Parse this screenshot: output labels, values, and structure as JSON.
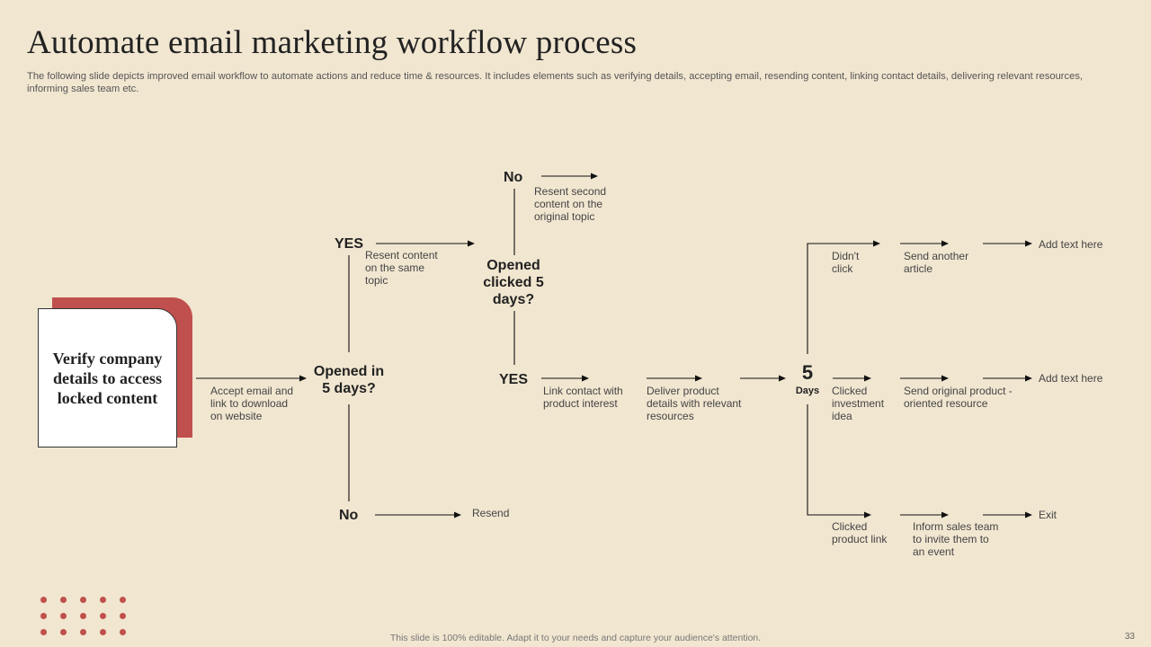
{
  "title": "Automate email marketing workflow process",
  "subtitle": "The following slide depicts improved email workflow to automate actions and reduce time & resources. It includes elements such as verifying details, accepting email, resending content, linking contact details, delivering relevant resources, informing sales team etc.",
  "start_box": "Verify company details to access locked content",
  "nodes": {
    "opened_5_days": "Opened in 5 days?",
    "opened_clicked": "Opened clicked 5 days?",
    "yes_top": "YES",
    "no_bottom": "No",
    "no_top": "No",
    "yes_mid": "YES",
    "five": "5",
    "days": "Days"
  },
  "labels": {
    "accept_email": "Accept email and link to download on website",
    "resent_same": "Resent content on the same topic",
    "resend": "Resend",
    "resent_second": "Resent second content on the original topic",
    "link_contact": "Link contact with product interest",
    "deliver_product": "Deliver product details with relevant resources",
    "didnt_click": "Didn't click",
    "send_another": "Send another article",
    "add_text_1": "Add text here",
    "clicked_investment": "Clicked investment idea",
    "send_original": "Send original product - oriented resource",
    "add_text_2": "Add text here",
    "clicked_product": "Clicked product link",
    "inform_sales": "Inform sales team to invite them to an event",
    "exit": "Exit"
  },
  "footer": "This slide is 100% editable. Adapt it to your needs and capture your audience's attention.",
  "page_number": "33",
  "colors": {
    "accent": "#c0504d",
    "background": "#f1e6d0"
  }
}
